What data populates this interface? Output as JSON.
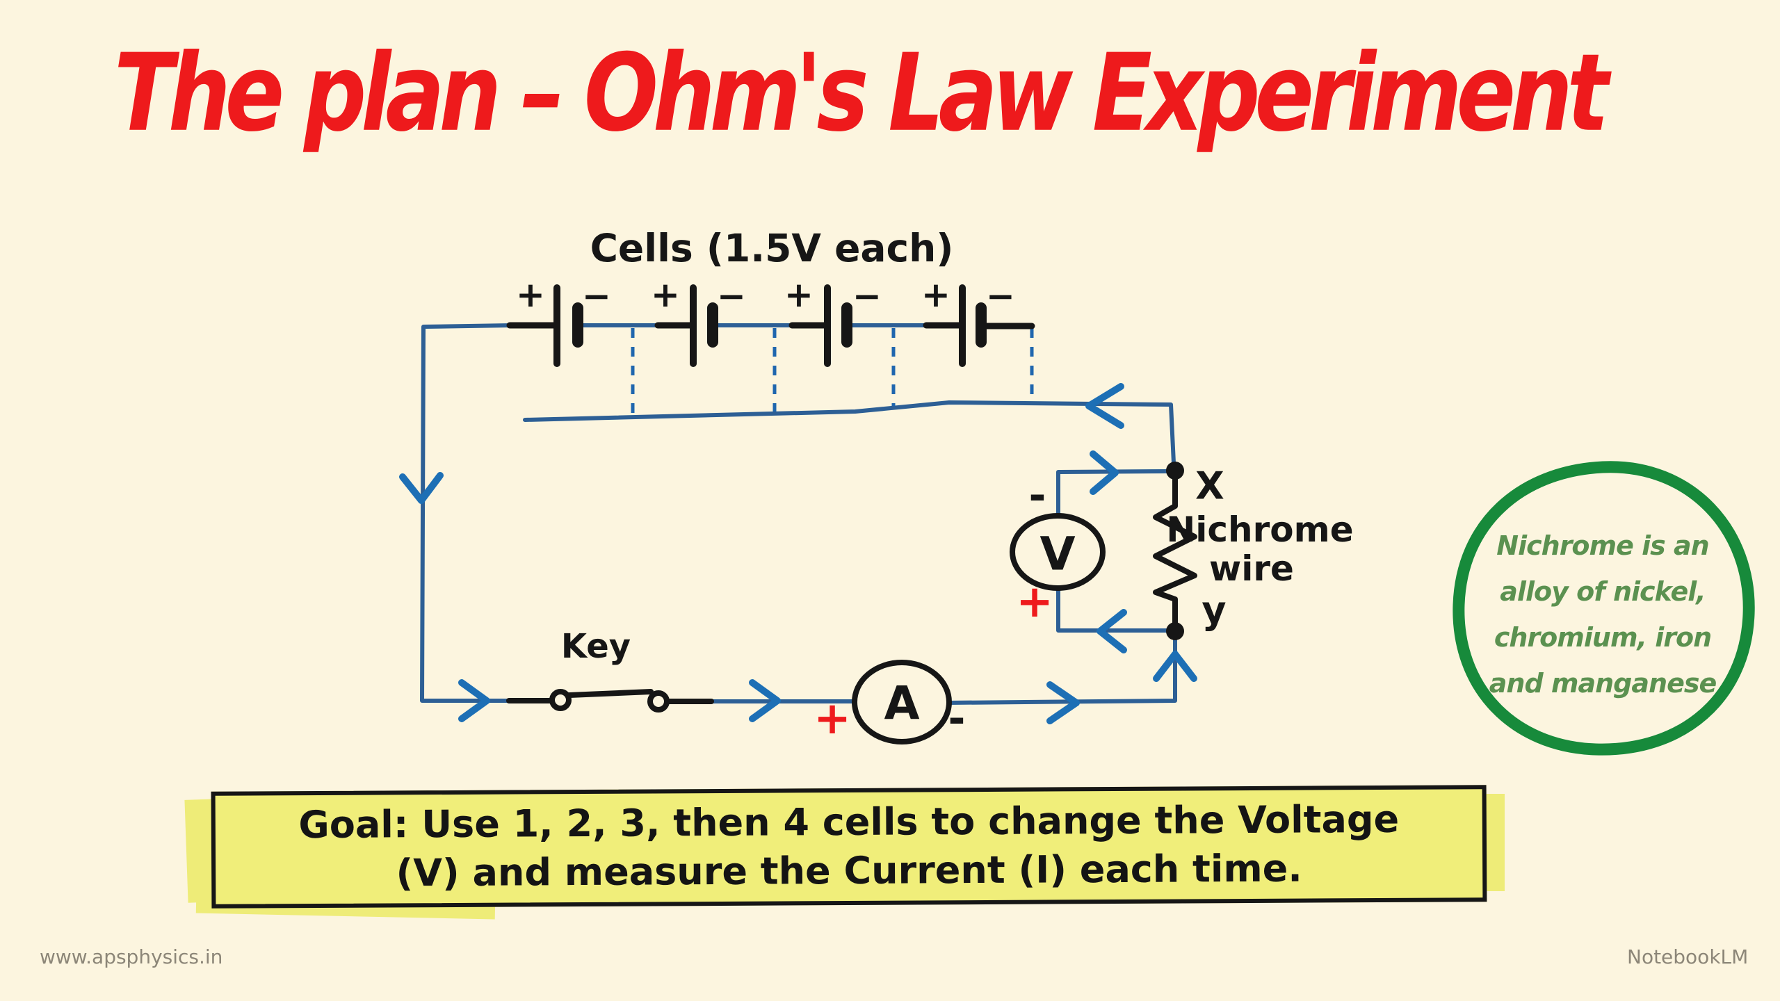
{
  "title": "The plan – Ohm's Law Experiment",
  "circuit": {
    "cells_label": "Cells (1.5V each)",
    "plus_sign": "+",
    "minus_sign": "−",
    "key_label": "Key",
    "voltmeter": {
      "letter": "V",
      "plus": "+",
      "minus": "-"
    },
    "ammeter": {
      "letter": "A",
      "plus": "+",
      "minus": "-"
    },
    "terminal_x": "X",
    "terminal_y": "y",
    "resistor_label": [
      "Nichrome",
      "wire"
    ]
  },
  "annotation": {
    "lines": [
      "Nichrome is an",
      "alloy of nickel,",
      "chromium, iron",
      "and manganese"
    ]
  },
  "goal": {
    "line1": "Goal: Use 1, 2, 3, then 4 cells to change the Voltage",
    "line2": "(V) and measure the Current (I) each time."
  },
  "footer": {
    "left": "www.apsphysics.in",
    "right": "NotebookLM"
  },
  "colors": {
    "background": "#fcf5df",
    "wire_blue": "#2d5f95",
    "arrow_blue": "#1d6fb5",
    "ink_black": "#161616",
    "accent_red": "#ee1a1c",
    "green_stroke": "#178a3b",
    "green_text": "#5b9150",
    "highlight_yellow": "#f0ee7a",
    "footer_gray": "#8c8678"
  }
}
